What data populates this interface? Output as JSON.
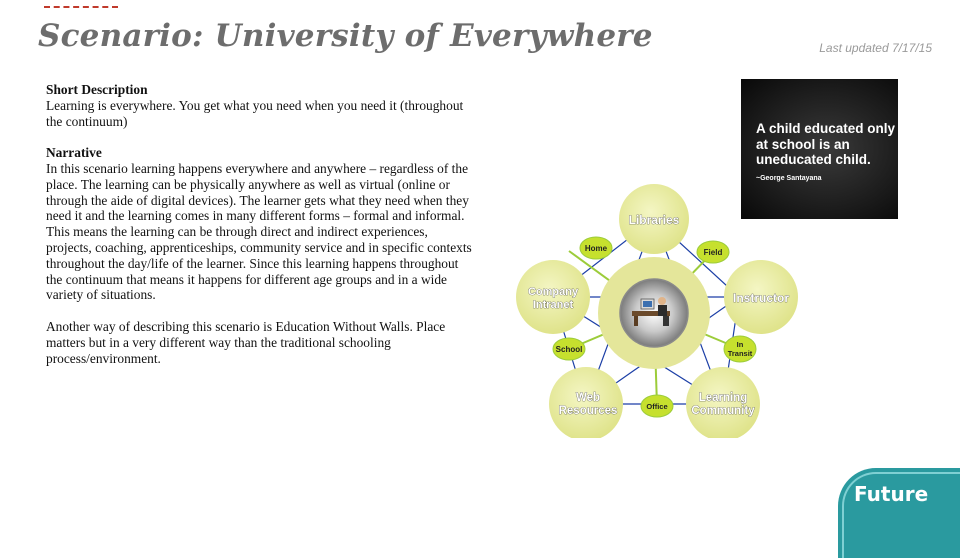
{
  "slide": {
    "title": "Scenario: University of Everywhere",
    "last_updated": "Last updated 7/17/15"
  },
  "short_description": {
    "heading": "Short Description",
    "text": "Learning is everywhere. You get what you need when you need it (throughout the continuum)"
  },
  "narrative": {
    "heading": "Narrative",
    "paragraph1": "In this scenario learning happens everywhere and anywhere – regardless of the place. The learning can be physically anywhere as well as virtual (online or through the aide of digital devices). The learner gets what they need when they need it and the learning comes in many different forms – formal and informal. This means the learning can be through direct and indirect experiences, projects, coaching, apprenticeships, community service and in specific contexts throughout the day/life of the learner. Since this learning happens throughout the continuum that means it happens for different age groups and in a wide variety of situations.",
    "paragraph2": "Another way of describing this scenario is Education Without Walls. Place matters but in a very different way than the traditional schooling process/environment."
  },
  "quote": {
    "text": "A child educated only at school is an uneducated child.",
    "author": "~George Santayana"
  },
  "diagram": {
    "center_icon": "learner-at-computer-icon",
    "big_nodes": {
      "libraries": "Libraries",
      "instructor": "Instructor",
      "learning_community_line1": "Learning",
      "learning_community_line2": "Community",
      "web_resources_line1": "Web",
      "web_resources_line2": "Resources",
      "company_intranet_line1": "Company",
      "company_intranet_line2": "Intranet"
    },
    "small_nodes": {
      "home": "Home",
      "field": "Field",
      "in_transit_line1": "In",
      "in_transit_line2": "Transit",
      "office": "Office",
      "school": "School"
    }
  },
  "logo": {
    "text": "Future"
  },
  "colors": {
    "title": "#6d6d6d",
    "accent_dash": "#c0392b",
    "node_fill": "#e8eb9a",
    "small_node_fill": "#c6e02e",
    "link_green": "#9ccc3a",
    "link_blue": "#1c3fa6",
    "logo_teal": "#2a9a9f"
  }
}
